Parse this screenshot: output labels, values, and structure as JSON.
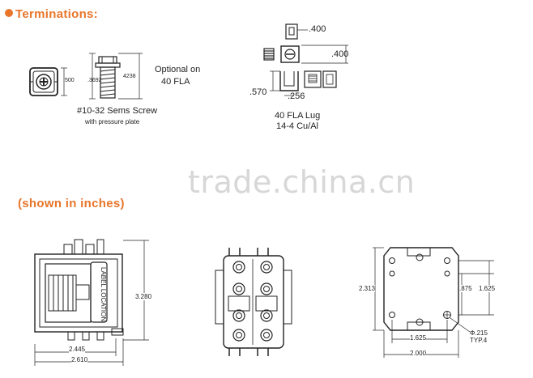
{
  "headers": {
    "terminations": "Terminations:",
    "shown_in_inches": "(shown in inches)"
  },
  "screw": {
    "title": "#10-32 Sems Screw",
    "subtitle": "with pressure plate",
    "dim_500": "500",
    "dim_3692": ".3692",
    "dim_4238": "4238"
  },
  "optional": {
    "line1": "Optional on",
    "line2": "40  FLA"
  },
  "lug": {
    "title1": "40 FLA Lug",
    "title2": "14-4 Cu/Al",
    "dim_top": ".400",
    "dim_right": ".400",
    "dim_left": ".570",
    "dim_bottom": ".256"
  },
  "watermark": "trade.china.cn",
  "front_view": {
    "label_text": "LABEL LOCATION",
    "dim_height": "3.280",
    "dim_width_inner": "2.445",
    "dim_width_outer": "2.610"
  },
  "bottom_view": {
    "dim_height": "2.313",
    "dim_875": ".875",
    "dim_1625_v": "1.625",
    "dim_1625_h": "1.625",
    "dim_width": "2.000",
    "hole": "Φ.215",
    "typ": "TYP.4"
  },
  "colors": {
    "accent": "#e8752a",
    "line": "#222222",
    "watermark": "#d7d7d7"
  }
}
